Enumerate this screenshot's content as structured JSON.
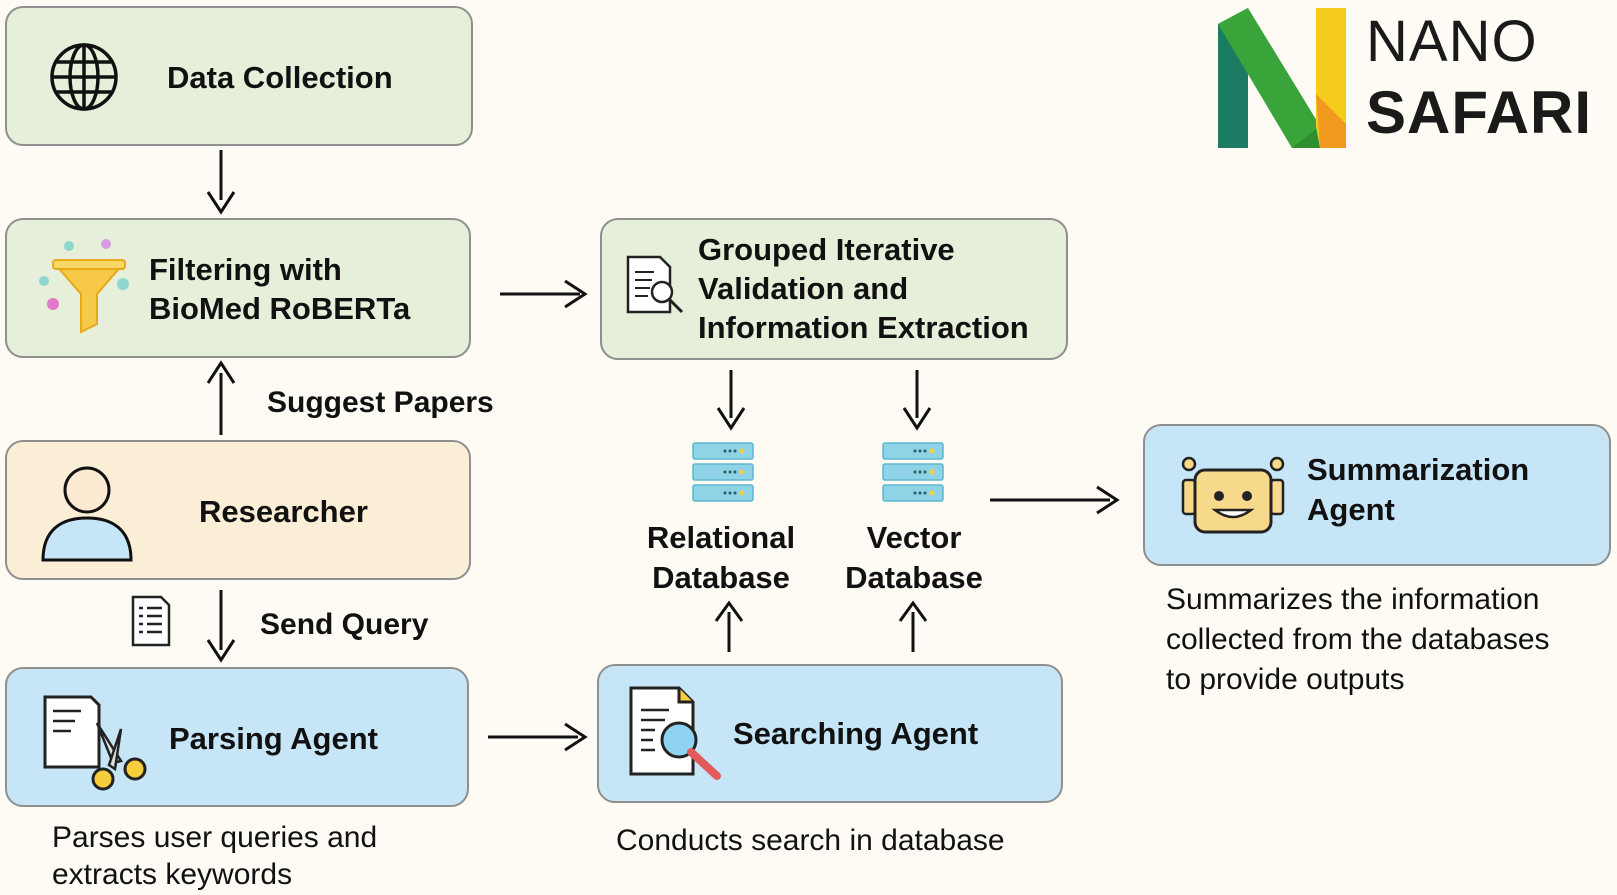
{
  "nodes": {
    "data_collection": {
      "label": "Data Collection"
    },
    "filtering": {
      "line1": "Filtering with",
      "line2": "BioMed RoBERTa"
    },
    "grouped": {
      "line1": "Grouped Iterative",
      "line2": "Validation and",
      "line3": "Information Extraction"
    },
    "researcher": {
      "label": "Researcher"
    },
    "parsing_agent": {
      "label": "Parsing Agent",
      "description_line1": "Parses user queries and",
      "description_line2": "extracts keywords"
    },
    "searching_agent": {
      "label": "Searching Agent",
      "description": "Conducts search in database"
    },
    "summarization_agent": {
      "line1": "Summarization",
      "line2": "Agent",
      "description_line1": "Summarizes the information",
      "description_line2": "collected from the databases",
      "description_line3": "to provide outputs"
    }
  },
  "databases": {
    "relational": {
      "line1": "Relational",
      "line2": "Database"
    },
    "vector": {
      "line1": "Vector",
      "line2": "Database"
    }
  },
  "edge_labels": {
    "suggest_papers": "Suggest Papers",
    "send_query": "Send Query"
  },
  "logo": {
    "line1": "NANO",
    "line2": "SAFARI",
    "colors": {
      "teal": "#1f8a70",
      "green": "#6fbf2b",
      "yellow": "#f6cd1d",
      "orange": "#f29a1f"
    }
  },
  "colors": {
    "green_box": "#e5efd9",
    "peach_box": "#fbeed7",
    "blue_box": "#c6e6f7",
    "border": "#8f8f8f"
  }
}
